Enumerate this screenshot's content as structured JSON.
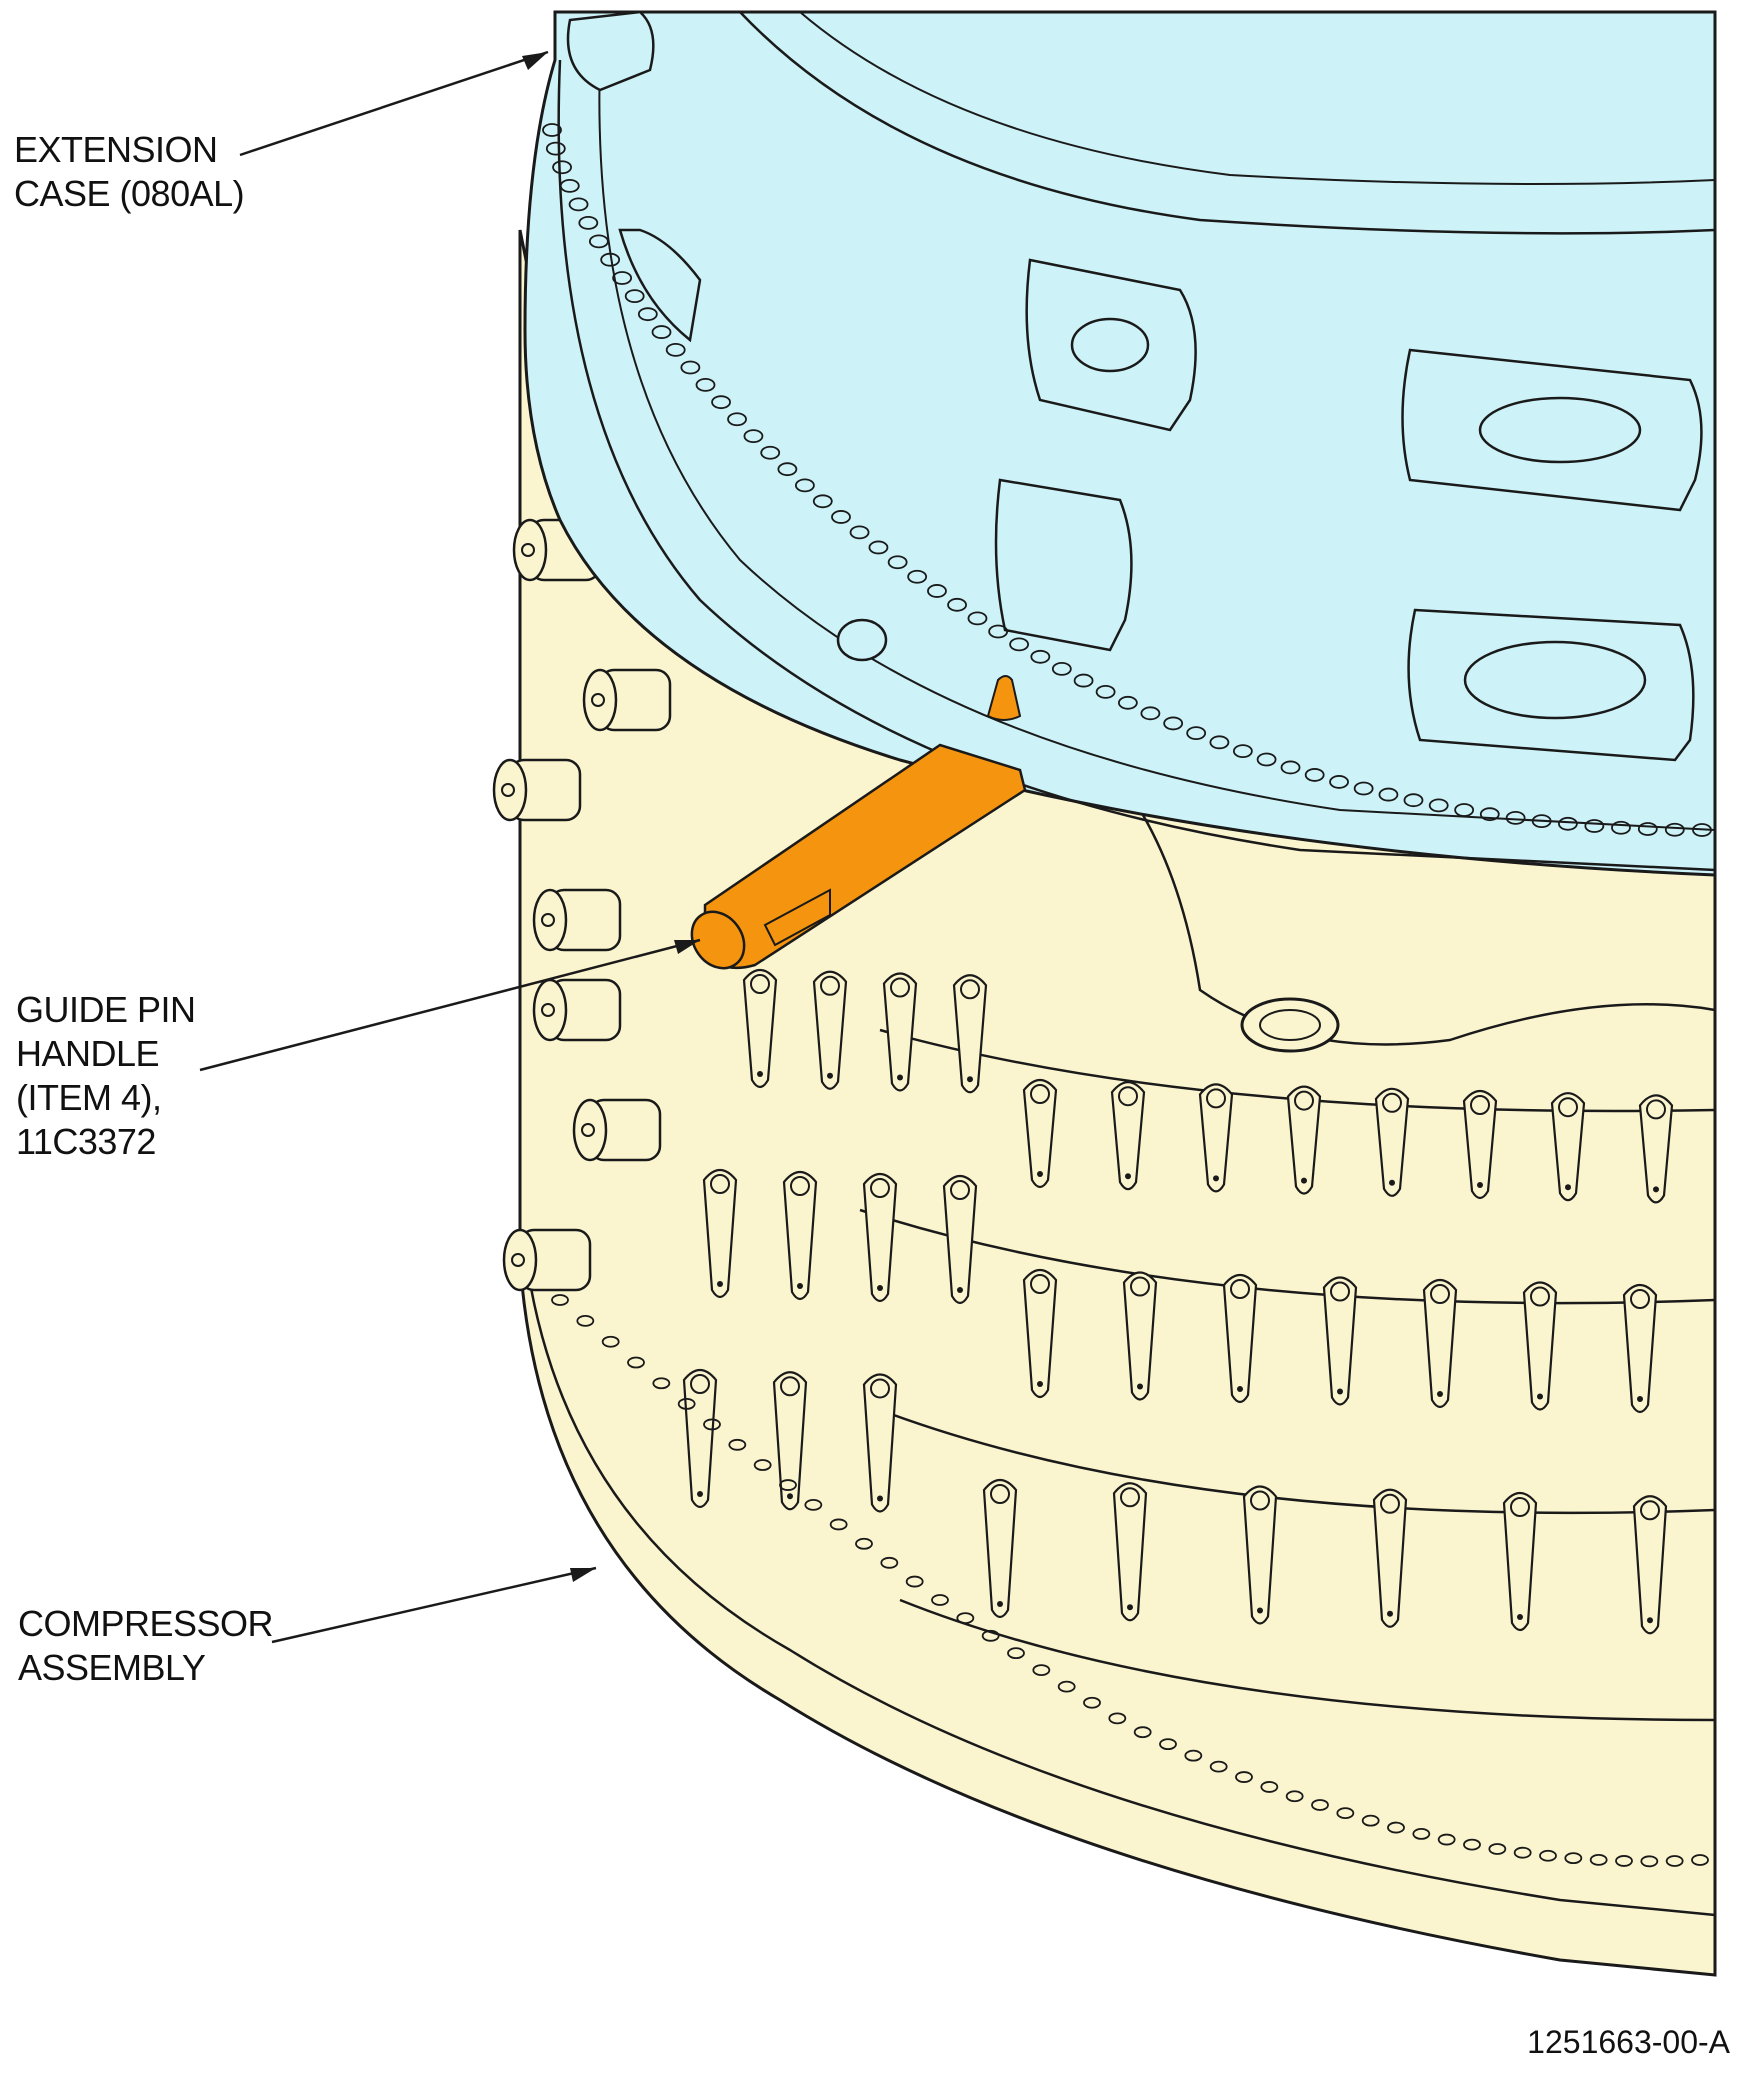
{
  "labels": {
    "extension_case": "EXTENSION\nCASE (080AL)",
    "guide_pin_handle": "GUIDE PIN\nHANDLE\n(ITEM 4),\n11C3372",
    "compressor_assembly": "COMPRESSOR\nASSEMBLY"
  },
  "figure_number": "1251663-00-A",
  "colors": {
    "extension_case_fill": "#cdf2f7",
    "compressor_fill": "#fbf5cf",
    "guide_pin_fill": "#f5940f",
    "line": "#1a1a1a"
  }
}
